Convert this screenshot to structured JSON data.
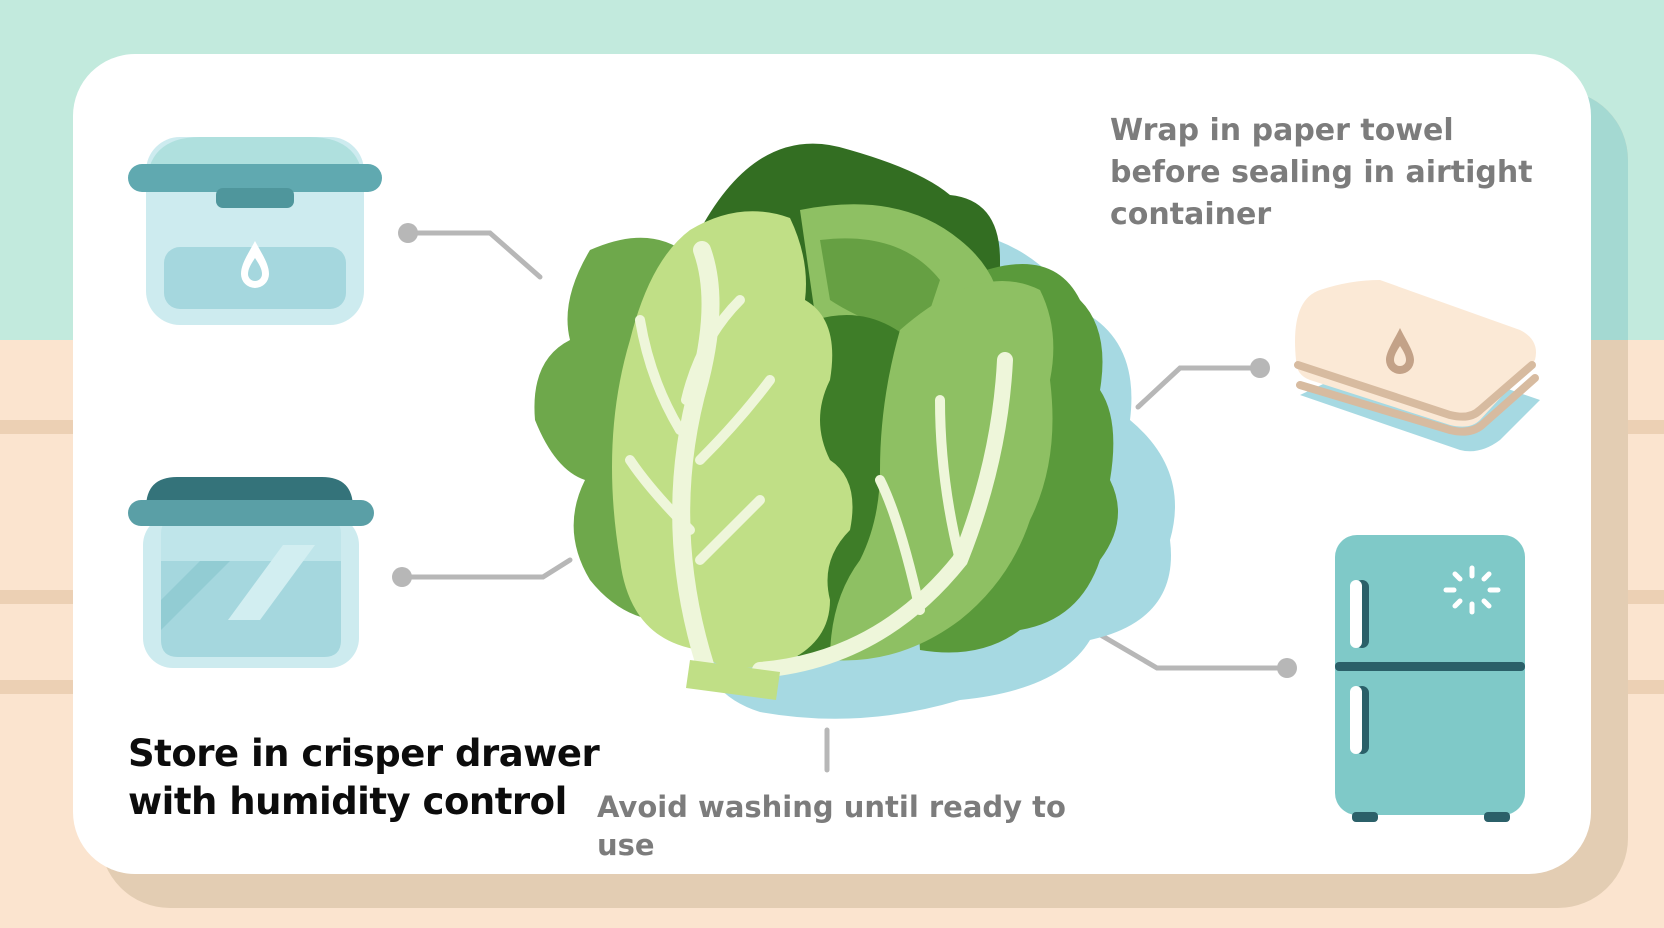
{
  "infographic": {
    "subject": "Lettuce storage tips",
    "tips": {
      "wrap": "Wrap in paper towel before sealing in airtight container",
      "store": "Store in crisper drawer with humidity control",
      "wash": "Avoid washing until ready to use"
    },
    "illustrations": [
      {
        "name": "airtight-container-with-water-drop",
        "position": "top-left"
      },
      {
        "name": "glass-storage-container",
        "position": "mid-left"
      },
      {
        "name": "lettuce-head",
        "position": "center"
      },
      {
        "name": "folded-paper-towel-with-drop",
        "position": "right"
      },
      {
        "name": "refrigerator",
        "position": "bottom-right"
      }
    ],
    "colors": {
      "background_top": "#c2eadd",
      "background_bottom": "#fbe4cf",
      "card": "#ffffff",
      "teal_dark": "#2f6f76",
      "teal": "#5fa7ad",
      "teal_light": "#cdebef",
      "water": "#a6d9e2",
      "leaf_dark": "#336e22",
      "leaf_mid": "#5a9a3b",
      "leaf_light": "#8ec063",
      "leaf_pale": "#c0df86",
      "vein": "#eef6da",
      "towel": "#fbe9d6",
      "towel_fold": "#d7bba0",
      "fridge": "#7fc9c8",
      "connector": "#b7b7b7",
      "text_dark": "#0c0c0c",
      "text_grey": "#7c7c7c"
    }
  }
}
